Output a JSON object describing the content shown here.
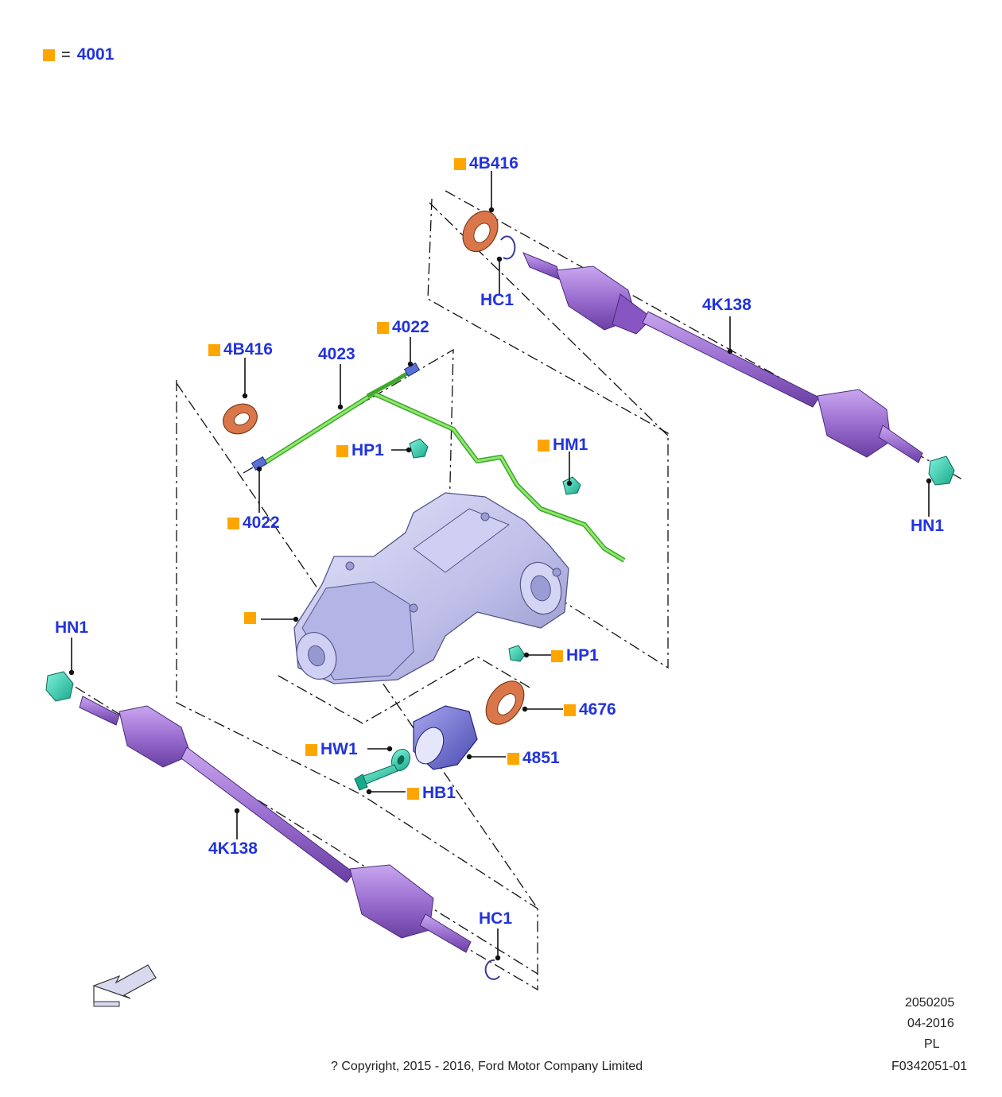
{
  "legend": {
    "marker_color": "#ffa500",
    "equals": "=",
    "code": "4001"
  },
  "callouts": {
    "c4b416_top": {
      "code": "4B416",
      "marked": true
    },
    "hc1_top": {
      "code": "HC1",
      "marked": false
    },
    "c4k138_top": {
      "code": "4K138",
      "marked": false
    },
    "c4b416_left": {
      "code": "4B416",
      "marked": true
    },
    "c4023": {
      "code": "4023",
      "marked": false
    },
    "c4022_top": {
      "code": "4022",
      "marked": true
    },
    "c4022_left": {
      "code": "4022",
      "marked": true
    },
    "hp1_top": {
      "code": "HP1",
      "marked": true
    },
    "hm1": {
      "code": "HM1",
      "marked": true
    },
    "hn1_right": {
      "code": "HN1",
      "marked": false
    },
    "housing": {
      "code": "",
      "marked": true
    },
    "hn1_left": {
      "code": "HN1",
      "marked": false
    },
    "hp1_bottom": {
      "code": "HP1",
      "marked": true
    },
    "c4676": {
      "code": "4676",
      "marked": true
    },
    "hw1": {
      "code": "HW1",
      "marked": true
    },
    "c4851": {
      "code": "4851",
      "marked": true
    },
    "hb1": {
      "code": "HB1",
      "marked": true
    },
    "c4k138_bottom": {
      "code": "4K138",
      "marked": false
    },
    "hc1_bottom": {
      "code": "HC1",
      "marked": false
    }
  },
  "footer": {
    "illustration_number": "2050205",
    "date": "04-2016",
    "language": "PL",
    "figure_code": "F0342051-01",
    "copyright": "? Copyright, 2015 - 2016, Ford Motor Company Limited"
  },
  "colors": {
    "label_blue": "#2233dd",
    "marker_orange": "#ffa500",
    "shaft_purple": "#9b6fd0",
    "seal_orange": "#d9764a",
    "clip_teal": "#2fd0b0",
    "hose_green": "#66d94a",
    "housing_lavender": "#c8c8ee"
  },
  "icons": {
    "direction_arrow": "front-direction-arrow-icon"
  }
}
